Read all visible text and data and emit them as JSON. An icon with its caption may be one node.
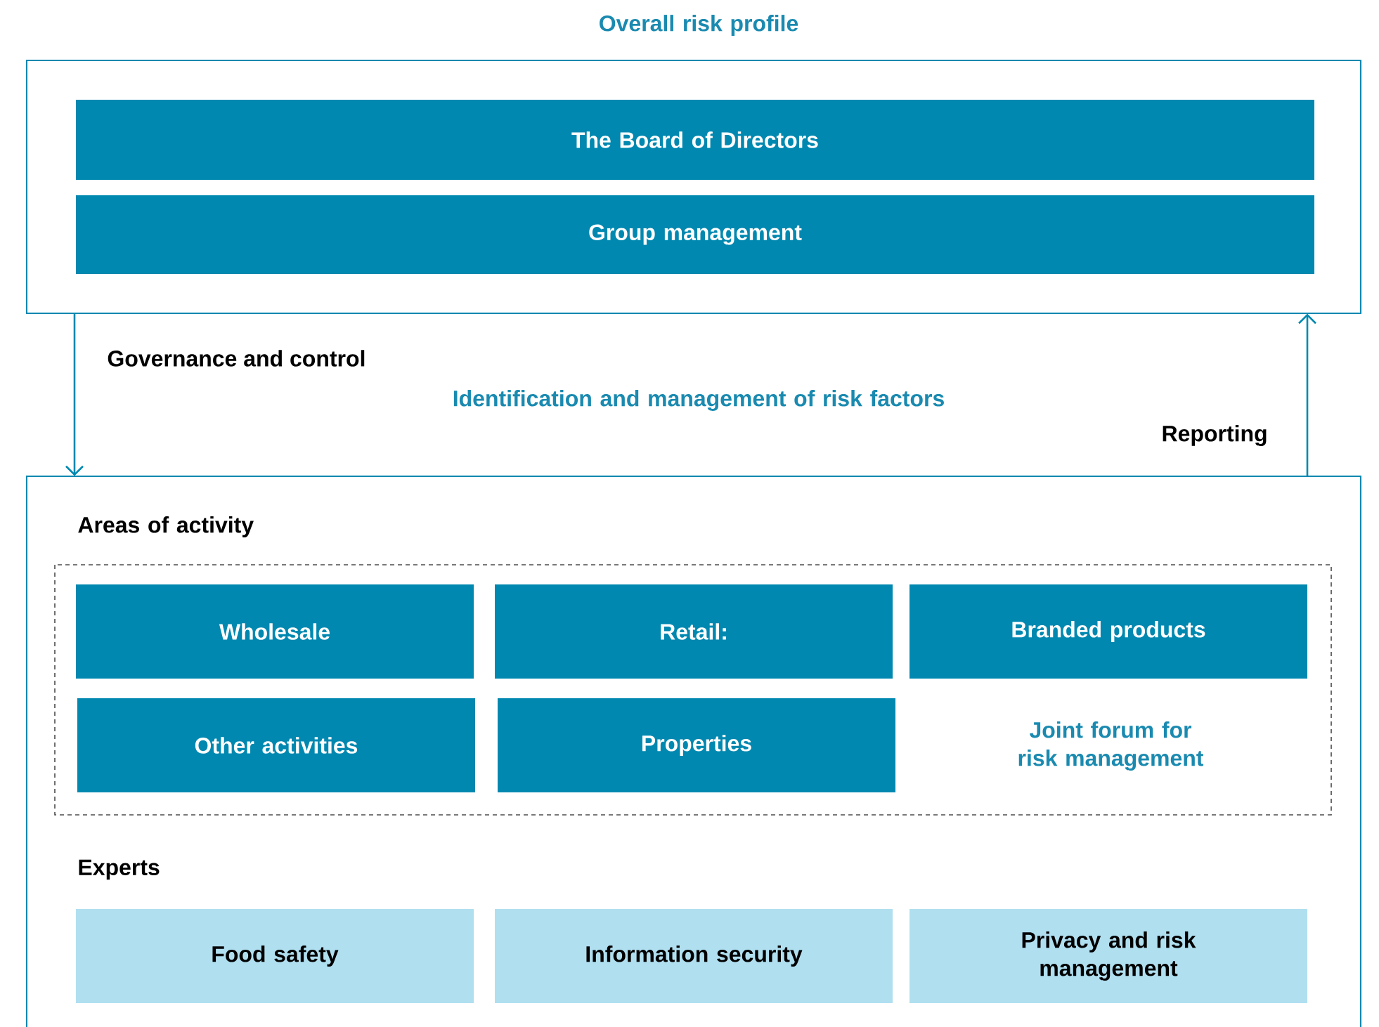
{
  "diagram": {
    "nodes": [
      {
        "text": [
          "Overall risk profile"
        ]
      },
      {
        "text": [
          "The Board of Directors"
        ],
        "in": 0
      },
      {
        "text": [
          "Group management"
        ],
        "in": 0
      },
      {
        "text": [
          "Identification and management of risk factors"
        ]
      },
      {
        "text": [
          "Areas of activity"
        ],
        "in": 3
      },
      {
        "text": [
          "Wholesale"
        ],
        "in": 4
      },
      {
        "text": [
          "Retail:"
        ],
        "in": 4
      },
      {
        "text": [
          "Branded products"
        ],
        "in": 4
      },
      {
        "text": [
          "Other activities"
        ],
        "in": 4
      },
      {
        "text": [
          "Properties"
        ],
        "in": 4
      },
      {
        "text": [
          "Food safety"
        ],
        "in": 3
      },
      {
        "text": [
          "Information security"
        ],
        "in": 3
      },
      {
        "text": [
          "Privacy and risk management"
        ],
        "in": 3
      }
    ],
    "edges": [
      {
        "from": 0,
        "to": 3,
        "arrow": "to",
        "label": "Governance and control"
      },
      {
        "from": 3,
        "to": 0,
        "arrow": "to",
        "label": "Reporting"
      }
    ],
    "labels": [
      "Joint forum for risk management",
      "Experts"
    ]
  }
}
